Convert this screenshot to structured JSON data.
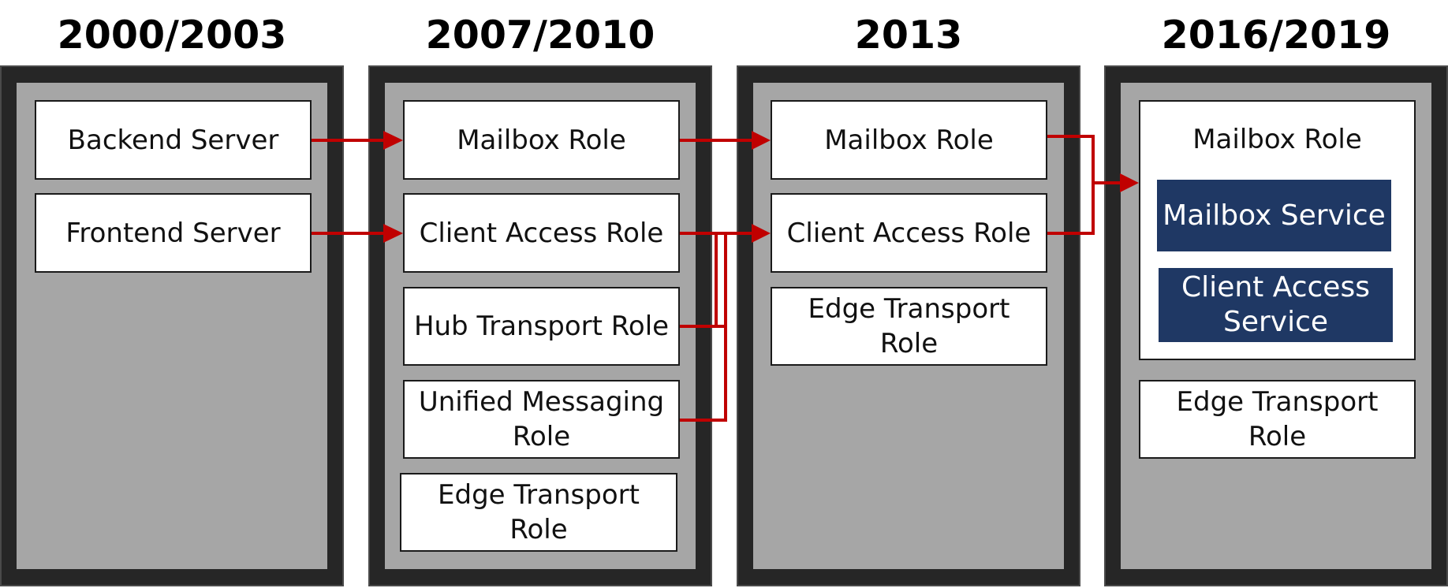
{
  "columns": [
    {
      "title": "2000/2003",
      "roles": [
        "Backend Server",
        "Frontend Server"
      ]
    },
    {
      "title": "2007/2010",
      "roles": [
        "Mailbox Role",
        "Client Access Role",
        "Hub Transport Role",
        "Unified Messaging Role",
        "Edge Transport Role"
      ]
    },
    {
      "title": "2013",
      "roles": [
        "Mailbox Role",
        "Client Access Role",
        "Edge Transport Role"
      ]
    },
    {
      "title": "2016/2019",
      "roles": [
        "Mailbox Role",
        "Edge Transport Role"
      ],
      "services": [
        "Mailbox Service",
        "Client Access Service"
      ]
    }
  ],
  "colors": {
    "frame": "#262626",
    "panel": "#a6a6a6",
    "box": "#ffffff",
    "service": "#1f3864",
    "arrow": "#c00000"
  }
}
